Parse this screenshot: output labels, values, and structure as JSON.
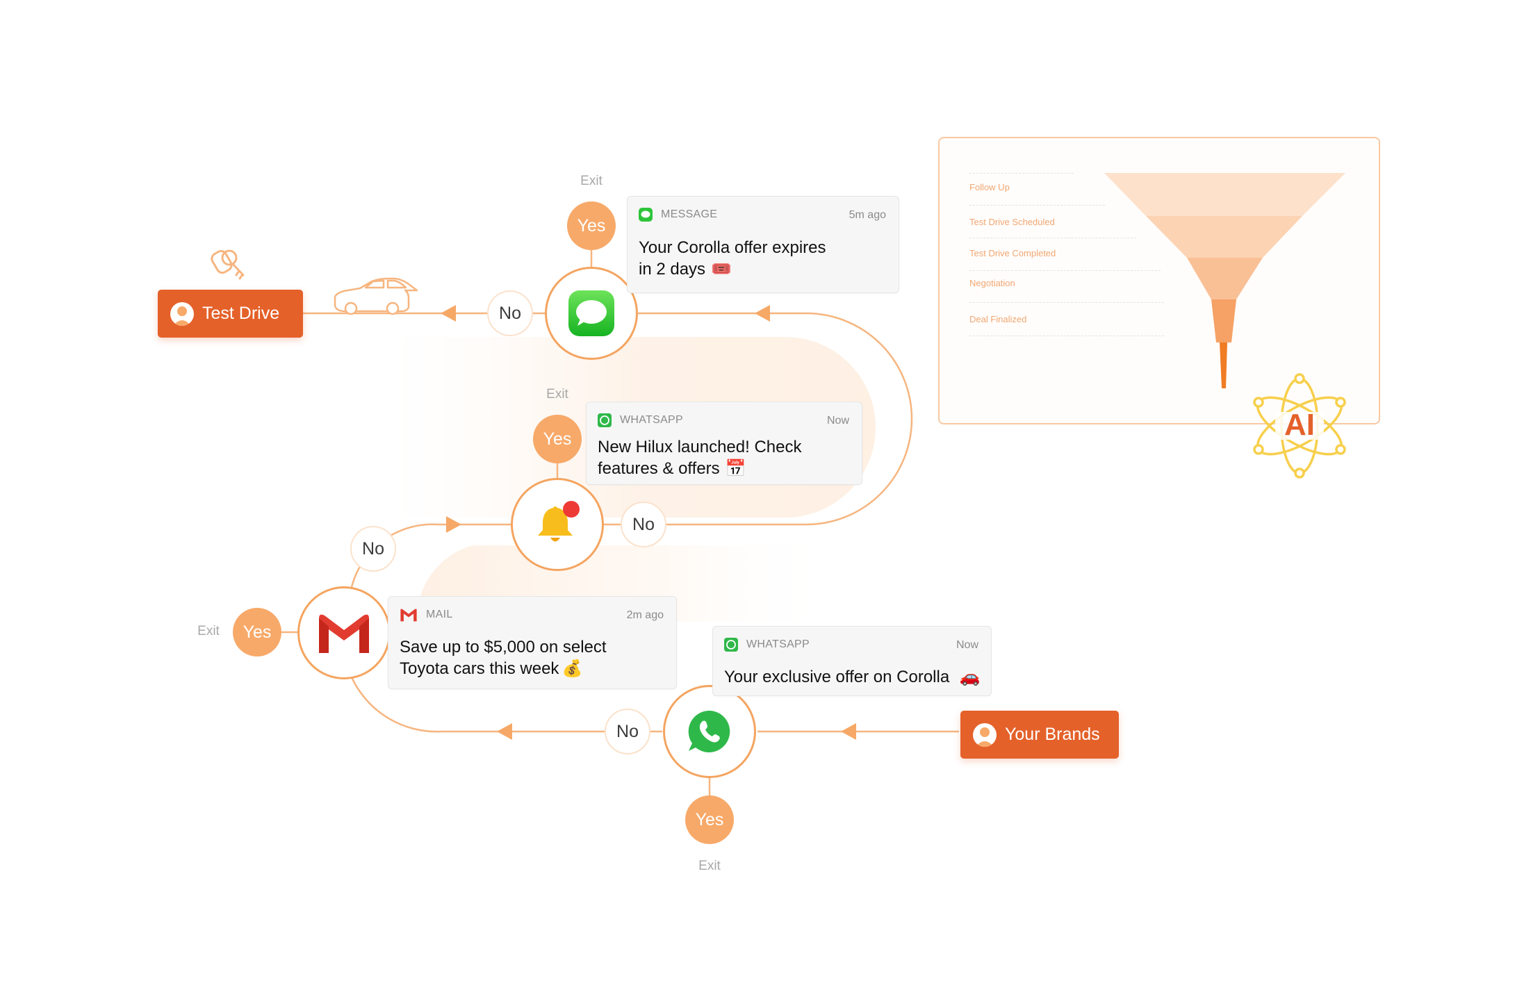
{
  "colors": {
    "accent": "#e4612a",
    "path": "#f4a460",
    "yes": "#f7a969",
    "funnel": "#f7ad72"
  },
  "entry": {
    "label": "Your Brands",
    "icon": "person-avatar-icon"
  },
  "goal": {
    "label": "Test Drive",
    "icon": "person-avatar-icon",
    "decor": [
      "car-keys-icon",
      "car-outline-icon"
    ]
  },
  "branch_labels": {
    "yes": "Yes",
    "no": "No",
    "exit": "Exit"
  },
  "nodes": [
    {
      "channel": "whatsapp",
      "icon": "whatsapp-icon"
    },
    {
      "channel": "gmail",
      "icon": "gmail-icon"
    },
    {
      "channel": "push",
      "icon": "notification-bell-icon"
    },
    {
      "channel": "sms",
      "icon": "message-bubble-icon"
    }
  ],
  "cards": {
    "whatsapp_corolla": {
      "source": "WHATSAPP",
      "time": "Now",
      "line1": "Your exclusive offer on Corolla",
      "emoji": "🚗"
    },
    "mail": {
      "source": "MAIL",
      "time": "2m ago",
      "line1": "Save up to $5,000 on select",
      "line2": "Toyota cars this week",
      "emoji": "💰"
    },
    "whatsapp_hilux": {
      "source": "WHATSAPP",
      "time": "Now",
      "line1": "New Hilux launched! Check",
      "line2": "features & offers",
      "emoji": "📅"
    },
    "message": {
      "source": "MESSAGE",
      "time": "5m ago",
      "line1": "Your Corolla offer expires",
      "line2": "in 2 days",
      "emoji": "🎟️"
    }
  },
  "funnel": {
    "stages": [
      "Follow Up",
      "Test Drive Scheduled",
      "Test Drive Completed",
      "Negotiation",
      "Deal Finalized"
    ],
    "badge": "AI",
    "badge_icon": "atom-icon"
  }
}
